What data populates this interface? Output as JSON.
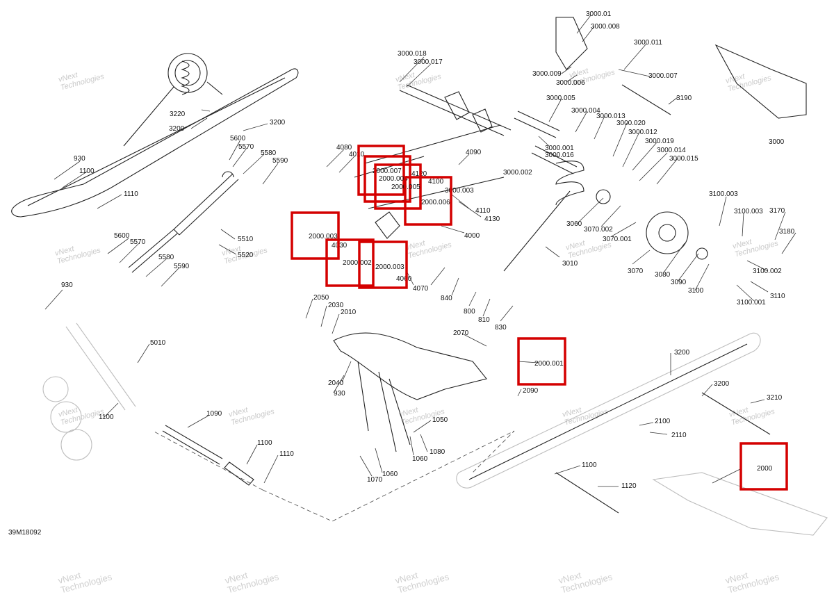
{
  "diagram": {
    "drawing_number": "39M18092",
    "watermark_line1": "vNext",
    "watermark_line2": "Technologies",
    "highlight_color": "#d40000",
    "highlighted_parts": [
      "2000.007",
      "2000.004",
      "2000.005",
      "2000.006",
      "2000.003",
      "2000.002",
      "2000.001",
      "2000"
    ],
    "labels": [
      {
        "id": "3000.018",
        "text": "3000.018"
      },
      {
        "id": "3000.017",
        "text": "3000.017"
      },
      {
        "id": "3000.01",
        "text": "3000.01"
      },
      {
        "id": "3000.008",
        "text": "3000.008"
      },
      {
        "id": "3000.011",
        "text": "3000.011"
      },
      {
        "id": "3000.009",
        "text": "3000.009"
      },
      {
        "id": "3000.006",
        "text": "3000.006"
      },
      {
        "id": "3000.007",
        "text": "3000.007"
      },
      {
        "id": "3190",
        "text": "3190"
      },
      {
        "id": "3000.005",
        "text": "3000.005"
      },
      {
        "id": "3000.004",
        "text": "3000.004"
      },
      {
        "id": "3000.013",
        "text": "3000.013"
      },
      {
        "id": "3000.020",
        "text": "3000.020"
      },
      {
        "id": "3000.012",
        "text": "3000.012"
      },
      {
        "id": "3000.019",
        "text": "3000.019"
      },
      {
        "id": "3000.014",
        "text": "3000.014"
      },
      {
        "id": "3000.015",
        "text": "3000.015"
      },
      {
        "id": "3000.001",
        "text": "3000.001"
      },
      {
        "id": "3000.016",
        "text": "3000.016"
      },
      {
        "id": "3000.002",
        "text": "3000.002"
      },
      {
        "id": "3000.003",
        "text": "3000.003"
      },
      {
        "id": "3000",
        "text": "3000"
      },
      {
        "id": "3220",
        "text": "3220"
      },
      {
        "id": "3200a",
        "text": "3200"
      },
      {
        "id": "3200b",
        "text": "3200"
      },
      {
        "id": "930a",
        "text": "930"
      },
      {
        "id": "1100a",
        "text": "1100"
      },
      {
        "id": "1110a",
        "text": "1110"
      },
      {
        "id": "5600a",
        "text": "5600"
      },
      {
        "id": "5570a",
        "text": "5570"
      },
      {
        "id": "5580a",
        "text": "5580"
      },
      {
        "id": "5590a",
        "text": "5590"
      },
      {
        "id": "5600b",
        "text": "5600"
      },
      {
        "id": "5570b",
        "text": "5570"
      },
      {
        "id": "5580b",
        "text": "5580"
      },
      {
        "id": "5590b",
        "text": "5590"
      },
      {
        "id": "5510",
        "text": "5510"
      },
      {
        "id": "5520",
        "text": "5520"
      },
      {
        "id": "4080",
        "text": "4080"
      },
      {
        "id": "4010",
        "text": "4010"
      },
      {
        "id": "4090",
        "text": "4090"
      },
      {
        "id": "4120",
        "text": "4120"
      },
      {
        "id": "4100",
        "text": "4100"
      },
      {
        "id": "4110",
        "text": "4110"
      },
      {
        "id": "4130",
        "text": "4130"
      },
      {
        "id": "4000",
        "text": "4000"
      },
      {
        "id": "4030",
        "text": "4030"
      },
      {
        "id": "4060",
        "text": "4060"
      },
      {
        "id": "4070",
        "text": "4070"
      },
      {
        "id": "840",
        "text": "840"
      },
      {
        "id": "800",
        "text": "800"
      },
      {
        "id": "810",
        "text": "810"
      },
      {
        "id": "830",
        "text": "830"
      },
      {
        "id": "3060",
        "text": "3060"
      },
      {
        "id": "3070.002",
        "text": "3070.002"
      },
      {
        "id": "3070.001",
        "text": "3070.001"
      },
      {
        "id": "3010",
        "text": "3010"
      },
      {
        "id": "3070",
        "text": "3070"
      },
      {
        "id": "3080",
        "text": "3080"
      },
      {
        "id": "3090",
        "text": "3090"
      },
      {
        "id": "3100",
        "text": "3100"
      },
      {
        "id": "3100.003a",
        "text": "3100.003"
      },
      {
        "id": "3100.003b",
        "text": "3100.003"
      },
      {
        "id": "3170",
        "text": "3170"
      },
      {
        "id": "3180",
        "text": "3180"
      },
      {
        "id": "3100.002",
        "text": "3100.002"
      },
      {
        "id": "3100.001",
        "text": "3100.001"
      },
      {
        "id": "3110",
        "text": "3110"
      },
      {
        "id": "930b",
        "text": "930"
      },
      {
        "id": "5010",
        "text": "5010"
      },
      {
        "id": "2050",
        "text": "2050"
      },
      {
        "id": "2030",
        "text": "2030"
      },
      {
        "id": "2010",
        "text": "2010"
      },
      {
        "id": "2070",
        "text": "2070"
      },
      {
        "id": "2040",
        "text": "2040"
      },
      {
        "id": "930c",
        "text": "930"
      },
      {
        "id": "2090",
        "text": "2090"
      },
      {
        "id": "1050",
        "text": "1050"
      },
      {
        "id": "1060a",
        "text": "1060"
      },
      {
        "id": "1080",
        "text": "1080"
      },
      {
        "id": "1060b",
        "text": "1060"
      },
      {
        "id": "1070",
        "text": "1070"
      },
      {
        "id": "1100b",
        "text": "1100"
      },
      {
        "id": "1090",
        "text": "1090"
      },
      {
        "id": "1100c",
        "text": "1100"
      },
      {
        "id": "1110b",
        "text": "1110"
      },
      {
        "id": "3200c",
        "text": "3200"
      },
      {
        "id": "3200d",
        "text": "3200"
      },
      {
        "id": "3210",
        "text": "3210"
      },
      {
        "id": "2100",
        "text": "2100"
      },
      {
        "id": "2110",
        "text": "2110"
      },
      {
        "id": "1100d",
        "text": "1100"
      },
      {
        "id": "1120",
        "text": "1120"
      },
      {
        "id": "h2000.007",
        "text": "2000.007"
      },
      {
        "id": "h2000.004",
        "text": "2000.004"
      },
      {
        "id": "h2000.005",
        "text": "2000.005"
      },
      {
        "id": "h2000.006",
        "text": "2000.006"
      },
      {
        "id": "h2000.003a",
        "text": "2000.003"
      },
      {
        "id": "h2000.002",
        "text": "2000.002"
      },
      {
        "id": "h2000.003b",
        "text": "2000.003"
      },
      {
        "id": "h2000.001",
        "text": "2000.001"
      },
      {
        "id": "h2000",
        "text": "2000"
      }
    ]
  }
}
